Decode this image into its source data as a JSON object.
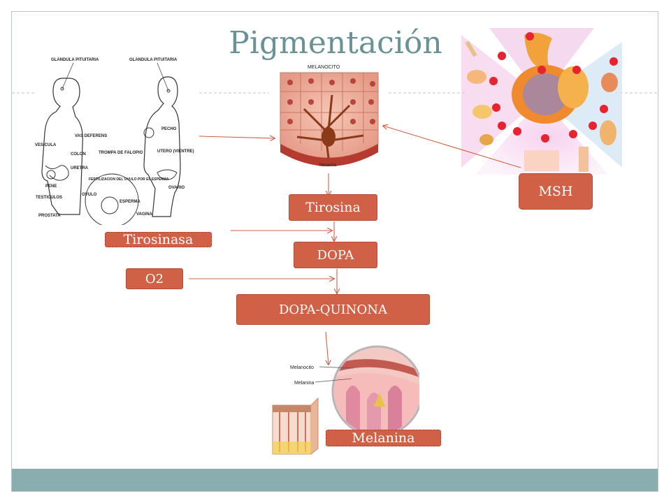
{
  "slide": {
    "title": "Pigmentación"
  },
  "nodes": {
    "tirosina": "Tirosina",
    "dopa": "DOPA",
    "dopa_quinona": "DOPA-QUINONA",
    "melanina": "Melanina",
    "tirosinasa": "Tirosinasa",
    "o2": "O2",
    "msh": "MSH"
  },
  "body_diagram": {
    "male_label_top": "GLANDULA PITUITARIA",
    "female_label_top": "GLANDULA PITUITARIA",
    "labels": [
      "VESICULA",
      "VAS DEFERENS",
      "COLON",
      "URETRA",
      "PENE",
      "TESTICULOS",
      "PROSTATA",
      "PECHO",
      "TROMPA DE FALOPIO",
      "UTERO (VIENTRE)",
      "OVARIO",
      "VAGINA",
      "FERTILIZACION DEL OVULO POR EL ESPERMA",
      "OVULO",
      "ESPERMA"
    ]
  },
  "melanocyte_image": {
    "top_label": "MELANOCITO",
    "bottom_label": "Melanina"
  },
  "skin_image": {
    "labels": [
      "Melanocito",
      "Melanina"
    ]
  },
  "colors": {
    "box_fill": "#d06147",
    "box_border": "#b24e38",
    "title": "#6a9296",
    "band": "#8aaeb0",
    "arrow": "#d06147"
  }
}
